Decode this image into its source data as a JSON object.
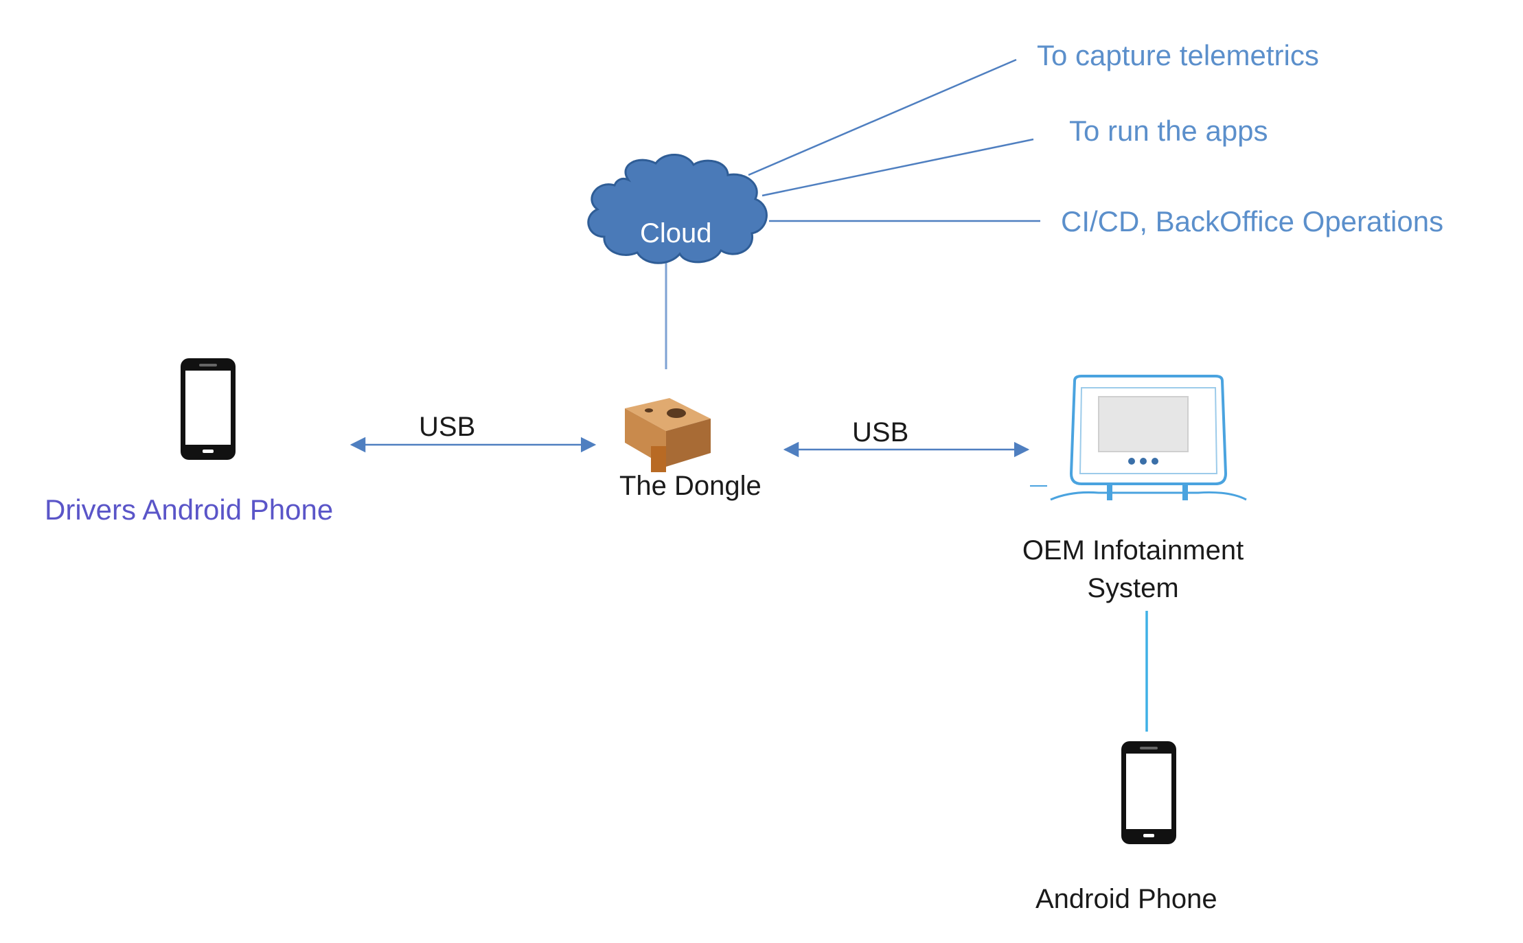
{
  "annotations": {
    "telemetrics": "To capture telemetrics",
    "run_apps": "To run the apps",
    "cicd": "CI/CD, BackOffice Operations"
  },
  "nodes": {
    "cloud": "Cloud",
    "dongle": "The Dongle",
    "drivers_phone": "Drivers Android Phone",
    "oem_line1": "OEM Infotainment",
    "oem_line2": "System",
    "android_phone": "Android Phone"
  },
  "connections": {
    "usb_left": "USB",
    "usb_right": "USB"
  },
  "colors": {
    "annotation_text": "#5b8fcb",
    "line": "#4f7fc0",
    "cloud_fill": "#4a7ab8",
    "phone_label": "#5a55c8",
    "infotainment_outline": "#4aa3df",
    "dongle_body": "#c98a4c"
  }
}
